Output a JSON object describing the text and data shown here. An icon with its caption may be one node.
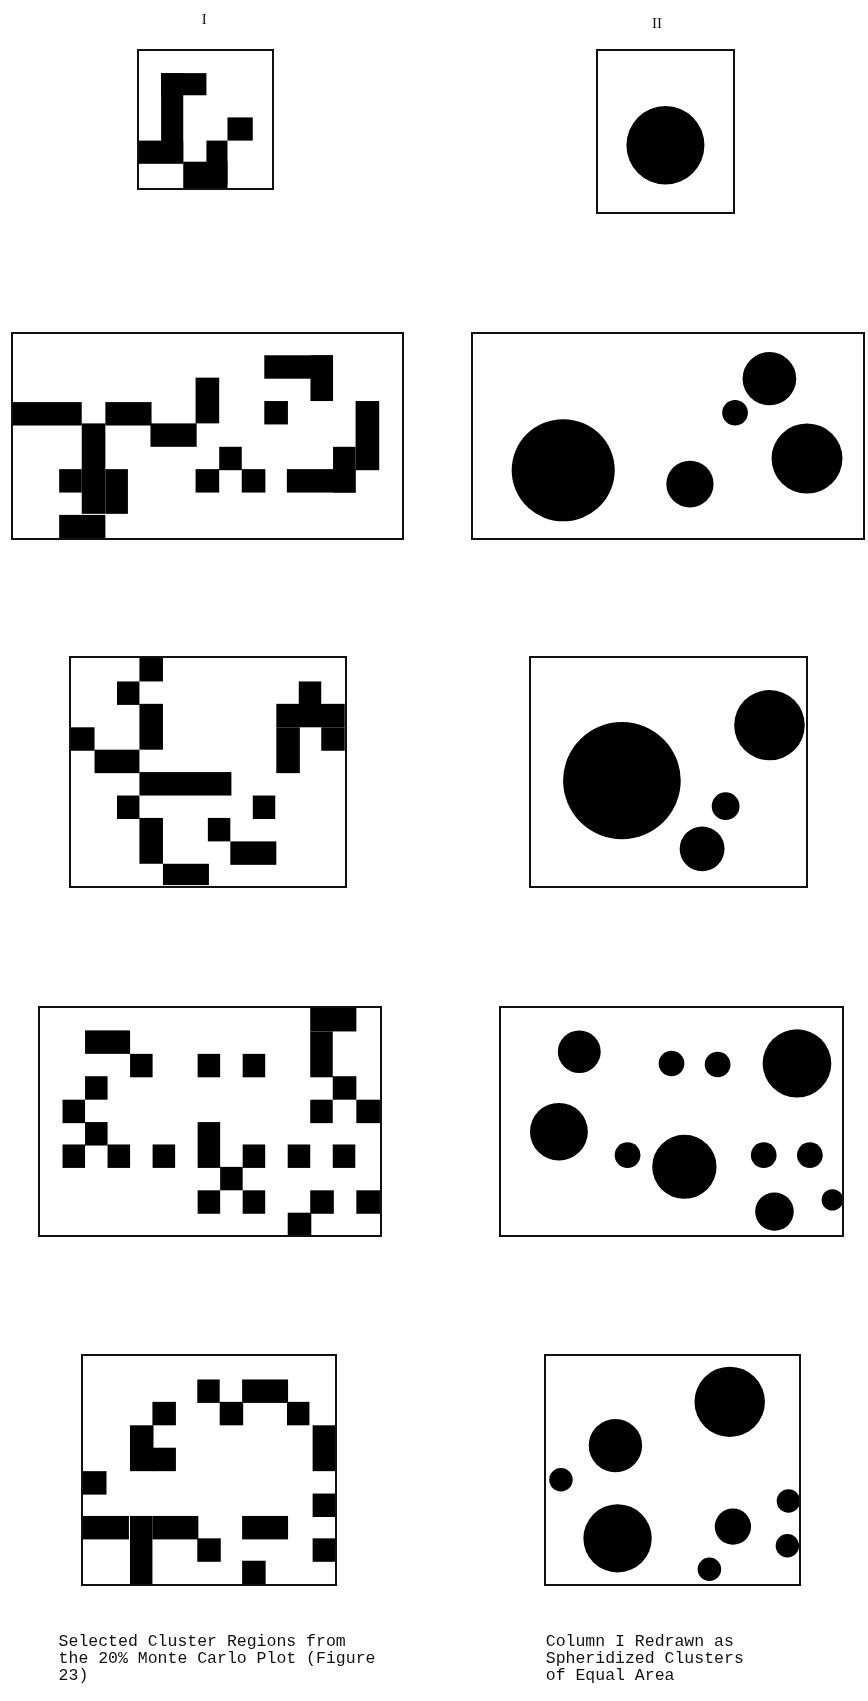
{
  "diagram": {
    "labels": [
      "I",
      "II",
      "Selected Cluster Regions from the 20% Monte Carlo Plot (Figure 23)",
      "Column I Redrawn as Spheridized Clusters of Equal Area"
    ]
  }
}
